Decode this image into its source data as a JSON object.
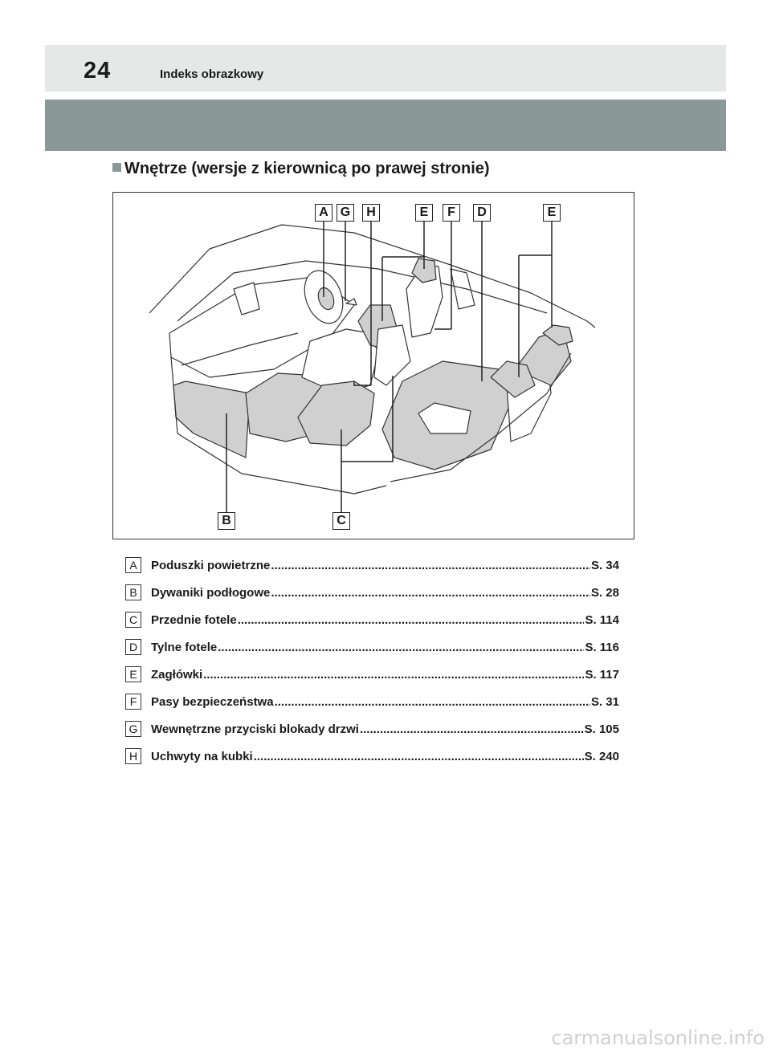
{
  "header": {
    "page_number": "24",
    "title": "Indeks obrazkowy"
  },
  "section": {
    "title": "Wnętrze (wersje z kierownicą po prawej stronie)"
  },
  "figure": {
    "callouts": {
      "top": [
        "A",
        "G",
        "H",
        "E",
        "F",
        "D",
        "E"
      ],
      "bottom": [
        "B",
        "C"
      ]
    }
  },
  "legend": [
    {
      "letter": "A",
      "label": "Poduszki powietrzne",
      "page": "S. 34"
    },
    {
      "letter": "B",
      "label": "Dywaniki podłogowe",
      "page": "S. 28"
    },
    {
      "letter": "C",
      "label": "Przednie fotele",
      "page": "S. 114"
    },
    {
      "letter": "D",
      "label": "Tylne fotele",
      "page": "S. 116"
    },
    {
      "letter": "E",
      "label": "Zagłówki",
      "page": "S. 117"
    },
    {
      "letter": "F",
      "label": "Pasy bezpieczeństwa",
      "page": "S. 31"
    },
    {
      "letter": "G",
      "label": "Wewnętrzne przyciski blokady drzwi",
      "page": "S. 105"
    },
    {
      "letter": "H",
      "label": "Uchwyty na kubki",
      "page": "S. 240"
    }
  ],
  "watermark": "carmanualsonline.info"
}
